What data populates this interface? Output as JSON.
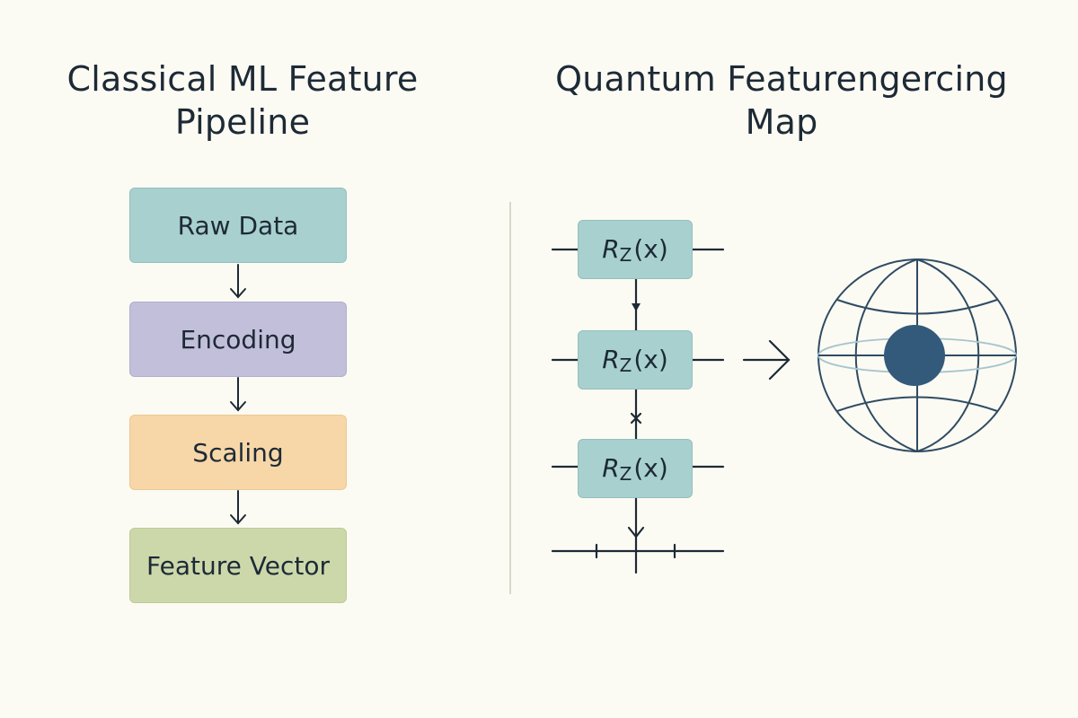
{
  "left": {
    "title": "Classical ML Feature Pipeline",
    "steps": [
      "Raw Data",
      "Encoding",
      "Scaling",
      "Feature Vector"
    ]
  },
  "right": {
    "title": "Quantum Featurengercing Map",
    "gates": [
      "Rz(x)",
      "Rz(x)",
      "Rz(x)"
    ]
  },
  "colors": {
    "background": "#fcfbf3",
    "raw_data": "#a8d0cf",
    "encoding": "#c2bfda",
    "scaling": "#f7d7a8",
    "feature_vector": "#ccd8aa",
    "gate": "#a8d0cf",
    "ink": "#1d2a36",
    "sphere": "#2f4b63",
    "sphere_point": "#335a7a"
  }
}
